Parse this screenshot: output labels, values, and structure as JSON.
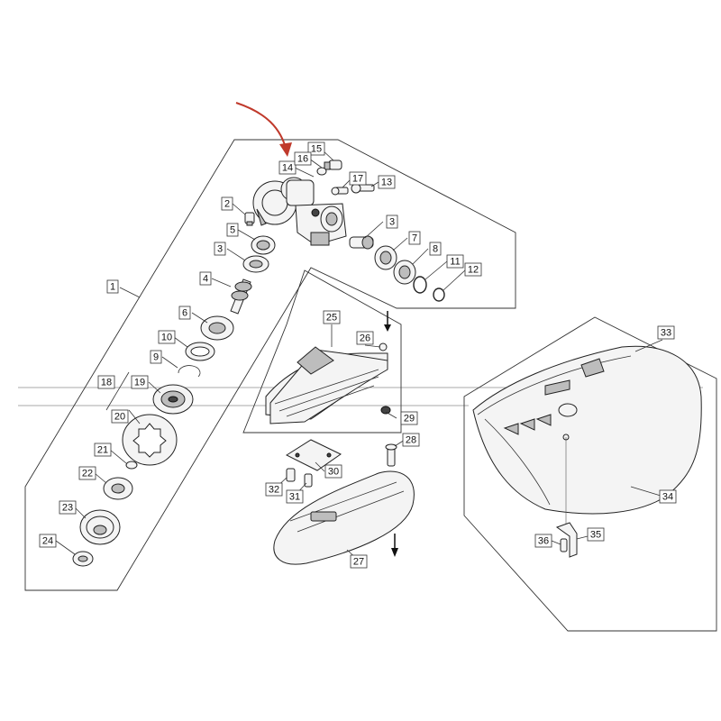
{
  "diagram": {
    "accent_color": "#c0392b",
    "callouts": [
      {
        "id": "1",
        "label": "1"
      },
      {
        "id": "2",
        "label": "2"
      },
      {
        "id": "3a",
        "label": "3"
      },
      {
        "id": "3b",
        "label": "3"
      },
      {
        "id": "4",
        "label": "4"
      },
      {
        "id": "5",
        "label": "5"
      },
      {
        "id": "6",
        "label": "6"
      },
      {
        "id": "7",
        "label": "7"
      },
      {
        "id": "8",
        "label": "8"
      },
      {
        "id": "9",
        "label": "9"
      },
      {
        "id": "10",
        "label": "10"
      },
      {
        "id": "11",
        "label": "11"
      },
      {
        "id": "12",
        "label": "12"
      },
      {
        "id": "13",
        "label": "13"
      },
      {
        "id": "14",
        "label": "14"
      },
      {
        "id": "15",
        "label": "15"
      },
      {
        "id": "16",
        "label": "16"
      },
      {
        "id": "17",
        "label": "17"
      },
      {
        "id": "18",
        "label": "18"
      },
      {
        "id": "19",
        "label": "19"
      },
      {
        "id": "20",
        "label": "20"
      },
      {
        "id": "21",
        "label": "21"
      },
      {
        "id": "22",
        "label": "22"
      },
      {
        "id": "23",
        "label": "23"
      },
      {
        "id": "24",
        "label": "24"
      },
      {
        "id": "25",
        "label": "25"
      },
      {
        "id": "26",
        "label": "26"
      },
      {
        "id": "27",
        "label": "27"
      },
      {
        "id": "28",
        "label": "28"
      },
      {
        "id": "29",
        "label": "29"
      },
      {
        "id": "30",
        "label": "30"
      },
      {
        "id": "31",
        "label": "31"
      },
      {
        "id": "32",
        "label": "32"
      },
      {
        "id": "33",
        "label": "33"
      },
      {
        "id": "34",
        "label": "34"
      },
      {
        "id": "35",
        "label": "35"
      },
      {
        "id": "36",
        "label": "36"
      }
    ]
  }
}
